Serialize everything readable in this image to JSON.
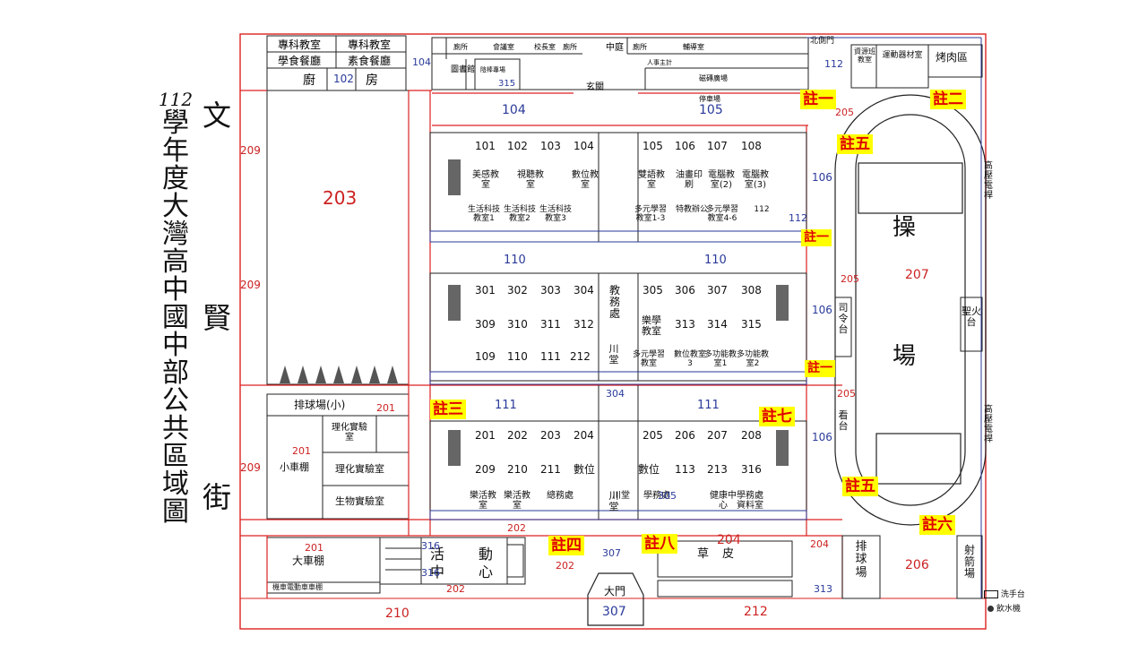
{
  "title": "112學年度大灣高中國中部公共區域圖",
  "title_chars": [
    "112",
    "學",
    "年",
    "度",
    "大",
    "灣",
    "高",
    "中",
    "國",
    "中",
    "部",
    "公",
    "共",
    "區",
    "域",
    "圖"
  ],
  "street": [
    "文",
    "賢",
    "街"
  ],
  "notes": [
    {
      "id": "n1a",
      "text": "註一"
    },
    {
      "id": "n2",
      "text": "註二"
    },
    {
      "id": "n5a",
      "text": "註五"
    },
    {
      "id": "n1b",
      "text": "註一"
    },
    {
      "id": "n1c",
      "text": "註一"
    },
    {
      "id": "n3",
      "text": "註三"
    },
    {
      "id": "n7",
      "text": "註七"
    },
    {
      "id": "n5b",
      "text": "註五"
    },
    {
      "id": "n6",
      "text": "註六"
    },
    {
      "id": "n4",
      "text": "註四"
    },
    {
      "id": "n8",
      "text": "註八"
    }
  ],
  "top_rooms": [
    "專科教室",
    "專科教室",
    "學食餐廳",
    "素食餐廳",
    "廚",
    "房"
  ],
  "top_building": [
    "廁所",
    "會議室",
    "校長室",
    "廁所",
    "中庭",
    "廁所",
    "輔導室",
    "圖書館",
    "陰棒專場",
    "人事主計",
    "磁磚廣場",
    "玄關",
    "停車場"
  ],
  "classrooms_row1": [
    "101",
    "102",
    "103",
    "104",
    "105",
    "106",
    "107",
    "108"
  ],
  "special_row1": [
    "美感教室",
    "視聽教室",
    "數位教室",
    "雙語教室",
    "油畫印刷",
    "電腦教室(2)",
    "電腦教室(3)"
  ],
  "special_row2": [
    "生活科技教室1",
    "生活科技教室2",
    "生活科技教室3",
    "多元學習教室1-3",
    "特教辦公",
    "多元學習教室4-6",
    "112"
  ],
  "classrooms_row3": [
    "301",
    "302",
    "303",
    "304",
    "305",
    "306",
    "307",
    "308"
  ],
  "classrooms_row4": [
    "309",
    "310",
    "311",
    "312",
    "313",
    "314",
    "315"
  ],
  "classrooms_row5": [
    "109",
    "110",
    "111",
    "212",
    "多元學習教室",
    "數位教室3",
    "多功能教室1",
    "多功能教室2"
  ],
  "classrooms_row6": [
    "201",
    "202",
    "203",
    "204",
    "205",
    "206",
    "207",
    "208"
  ],
  "classrooms_row7": [
    "209",
    "210",
    "211",
    "數位",
    "數位",
    "113",
    "213",
    "316"
  ],
  "classrooms_row8": [
    "樂活教室",
    "樂活教室",
    "總務處",
    "川堂",
    "學務處",
    "健康中心",
    "學務處資料室"
  ],
  "center": [
    "教務處",
    "樂學教室",
    "川堂",
    "川堂"
  ],
  "west": [
    "排球場(小)",
    "理化實驗室",
    "理化實驗室",
    "生物實驗室",
    "小車棚",
    "大車棚",
    "機車電動車車棚"
  ],
  "bottom": [
    "活",
    "動",
    "中",
    "心",
    "大門",
    "草",
    "皮",
    "排球場",
    "射箭場"
  ],
  "track": [
    "操",
    "場",
    "司令台",
    "看台",
    "聖火台",
    "高壓電桿",
    "高壓電桿",
    "烤肉區",
    "運動器材室",
    "資源班教室",
    "北側門"
  ],
  "zone_numbers": [
    "203",
    "209",
    "209",
    "209",
    "201",
    "201",
    "201",
    "202",
    "202",
    "202",
    "210",
    "212",
    "204",
    "204",
    "205",
    "205",
    "205",
    "206",
    "207",
    "104",
    "104",
    "105",
    "106",
    "106",
    "106",
    "110",
    "110",
    "111",
    "111",
    "112",
    "112",
    "102",
    "315",
    "316",
    "316",
    "307",
    "307",
    "313",
    "305",
    "304"
  ],
  "legend": [
    "洗手台",
    "飲水機"
  ]
}
